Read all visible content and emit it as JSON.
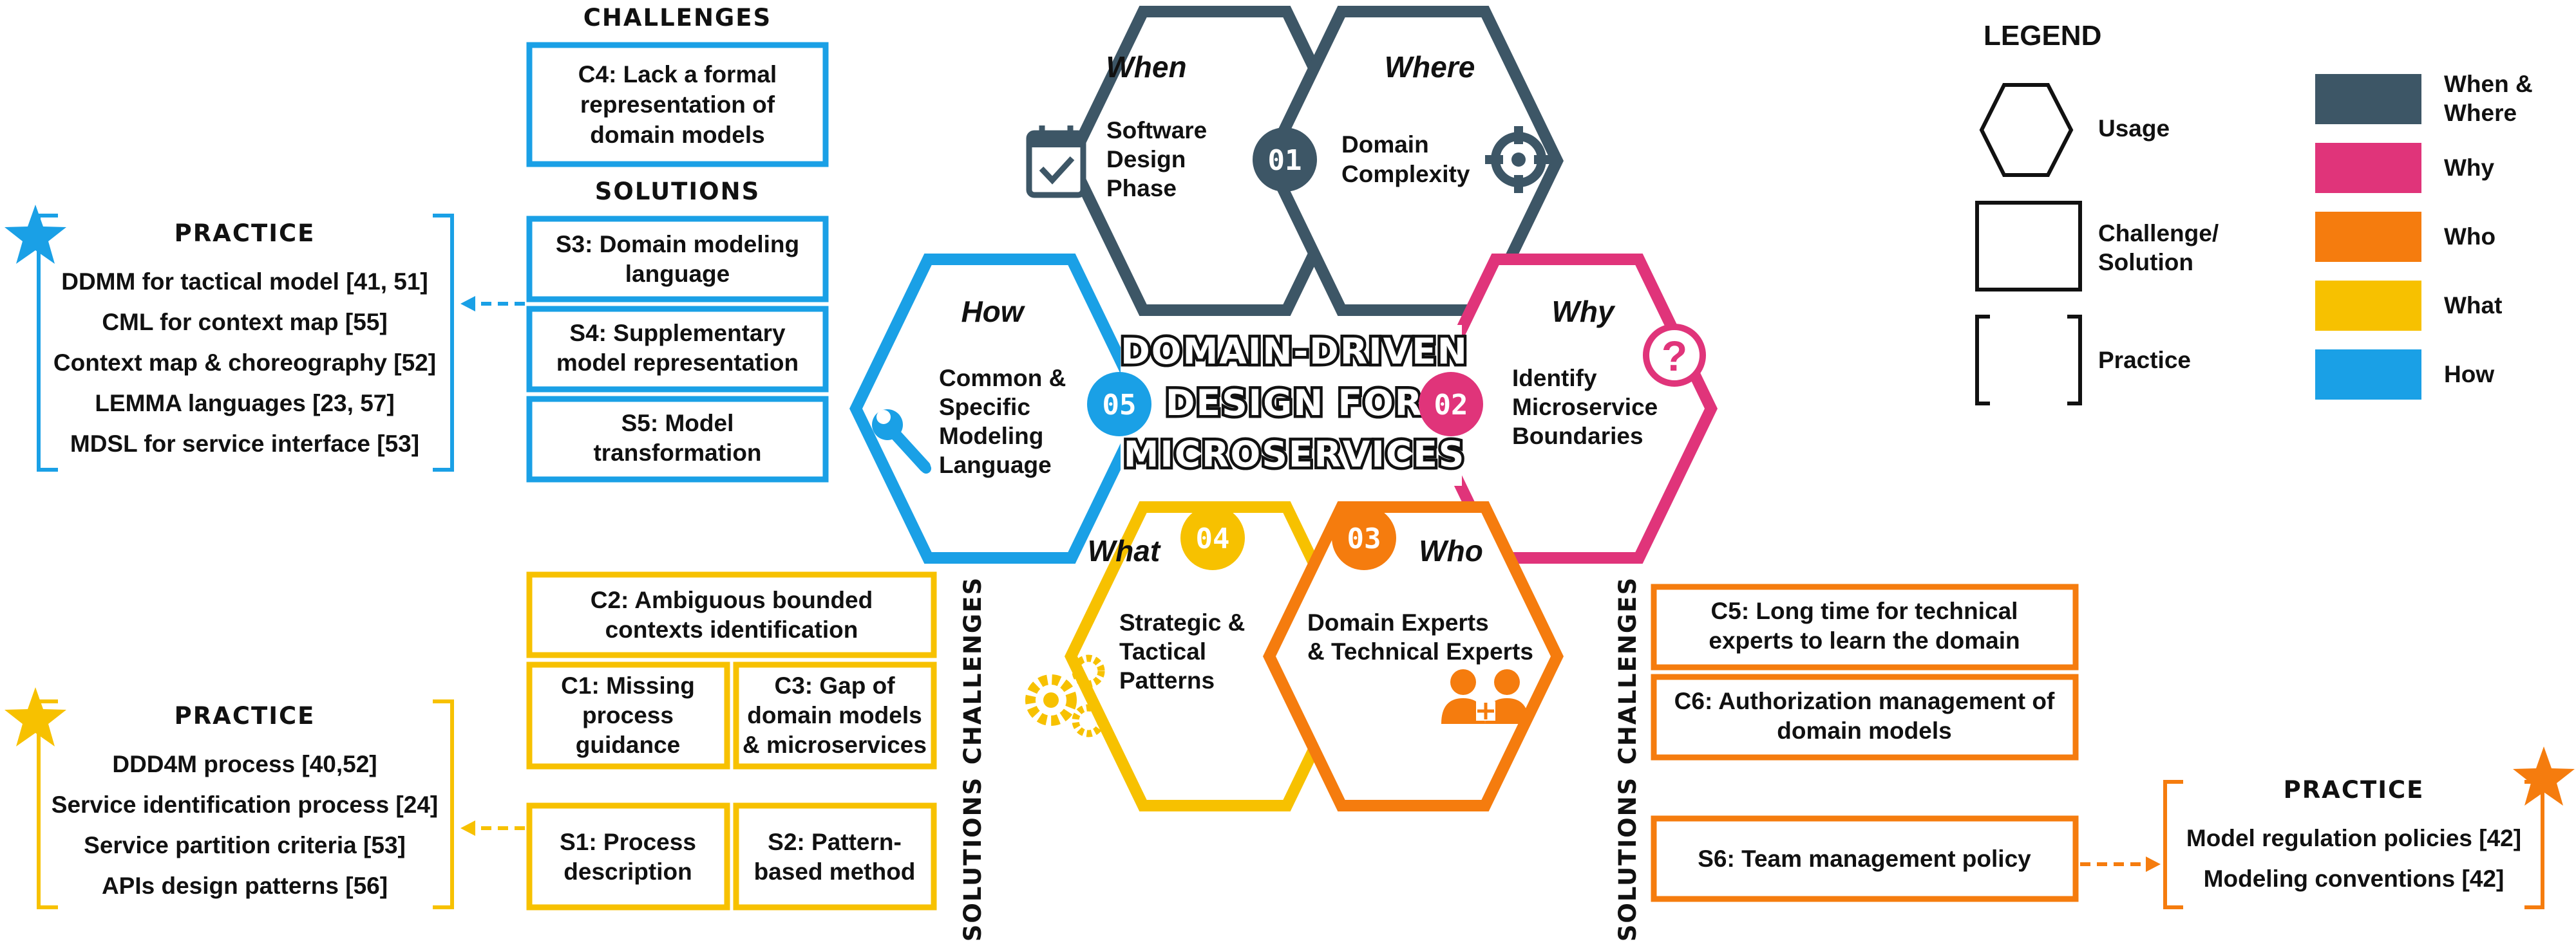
{
  "colors": {
    "when_where": "#3d5666",
    "why": "#e0347a",
    "who": "#f57c0e",
    "what": "#f7c100",
    "how": "#1aa0e6"
  },
  "center_title": [
    "DOMAIN-DRIVEN",
    "DESIGN FOR",
    "MICROSERVICES"
  ],
  "hexagons": {
    "when": {
      "label": "When",
      "lines": [
        "Software",
        "Design",
        "Phase"
      ],
      "icon": "calendar-icon"
    },
    "where": {
      "label": "Where",
      "lines": [
        "Domain",
        "Complexity"
      ],
      "icon": "crosshair-icon"
    },
    "why": {
      "label": "Why",
      "lines": [
        "Identify",
        "Microservice",
        "Boundaries"
      ],
      "icon": "question-icon"
    },
    "who": {
      "label": "Who",
      "lines": [
        "Domain Experts",
        "& Technical Experts"
      ],
      "icon": "people-icon"
    },
    "what": {
      "label": "What",
      "lines": [
        "Strategic &",
        "Tactical",
        "Patterns"
      ],
      "icon": "gears-icon"
    },
    "how": {
      "label": "How",
      "lines": [
        "Common &",
        "Specific",
        "Modeling",
        "Language"
      ],
      "icon": "wrench-icon"
    }
  },
  "badges": {
    "b01": "01",
    "b02": "02",
    "b03": "03",
    "b04": "04",
    "b05": "05"
  },
  "top_group": {
    "challenges_head": "CHALLENGES",
    "solutions_head": "SOLUTIONS",
    "c4": [
      "C4: Lack a formal",
      "representation of",
      "domain models"
    ],
    "s3": [
      "S3: Domain modeling",
      "language"
    ],
    "s4": [
      "S4: Supplementary",
      "model representation"
    ],
    "s5": [
      "S5: Model",
      "transformation"
    ],
    "practice_head": "PRACTICE",
    "practice_items": [
      "DDMM for tactical model [41, 51]",
      "CML for context map [55]",
      "Context map & choreography [52]",
      "LEMMA languages [23, 57]",
      "MDSL for service interface [53]"
    ]
  },
  "left_bottom_group": {
    "challenges_head": "CHALLENGES",
    "solutions_head": "SOLUTIONS",
    "c2": [
      "C2: Ambiguous bounded",
      "contexts identification"
    ],
    "c1": [
      "C1: Missing",
      "process",
      "guidance"
    ],
    "c3": [
      "C3: Gap of",
      "domain models",
      "& microservices"
    ],
    "s1": [
      "S1: Process",
      "description"
    ],
    "s2": [
      "S2: Pattern-",
      "based method"
    ],
    "practice_head": "PRACTICE",
    "practice_items": [
      "DDD4M process [40,52]",
      "Service identification process [24]",
      "Service partition criteria [53]",
      "APIs design patterns [56]"
    ]
  },
  "right_bottom_group": {
    "challenges_head": "CHALLENGES",
    "solutions_head": "SOLUTIONS",
    "c5": [
      "C5: Long time for technical",
      "experts to learn the domain"
    ],
    "c6": [
      "C6: Authorization management of",
      "domain models"
    ],
    "s6": [
      "S6: Team management policy"
    ],
    "practice_head": "PRACTICE",
    "practice_items": [
      "Model regulation policies [42]",
      "Modeling conventions [42]"
    ]
  },
  "legend": {
    "title": "LEGEND",
    "shapes": [
      {
        "label": [
          "Usage"
        ]
      },
      {
        "label": [
          "Challenge/",
          "Solution"
        ]
      },
      {
        "label": [
          "Practice"
        ]
      }
    ],
    "colors": [
      {
        "label": [
          "When &",
          "Where"
        ]
      },
      {
        "label": [
          "Why"
        ]
      },
      {
        "label": [
          "Who"
        ]
      },
      {
        "label": [
          "What"
        ]
      },
      {
        "label": [
          "How"
        ]
      }
    ]
  }
}
